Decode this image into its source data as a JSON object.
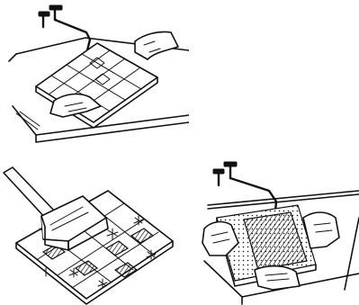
{
  "figure": {
    "panels": [
      {
        "id": "rinse-grease-filter-tap",
        "icon": "water-tap-icon"
      },
      {
        "id": "scrub-filter-brush",
        "icon": "brush-icon"
      },
      {
        "id": "wash-carbon-filter-tap",
        "icon": "water-tap-icon"
      }
    ],
    "colors": {
      "ink": "#111111",
      "paper": "#ffffff"
    }
  }
}
